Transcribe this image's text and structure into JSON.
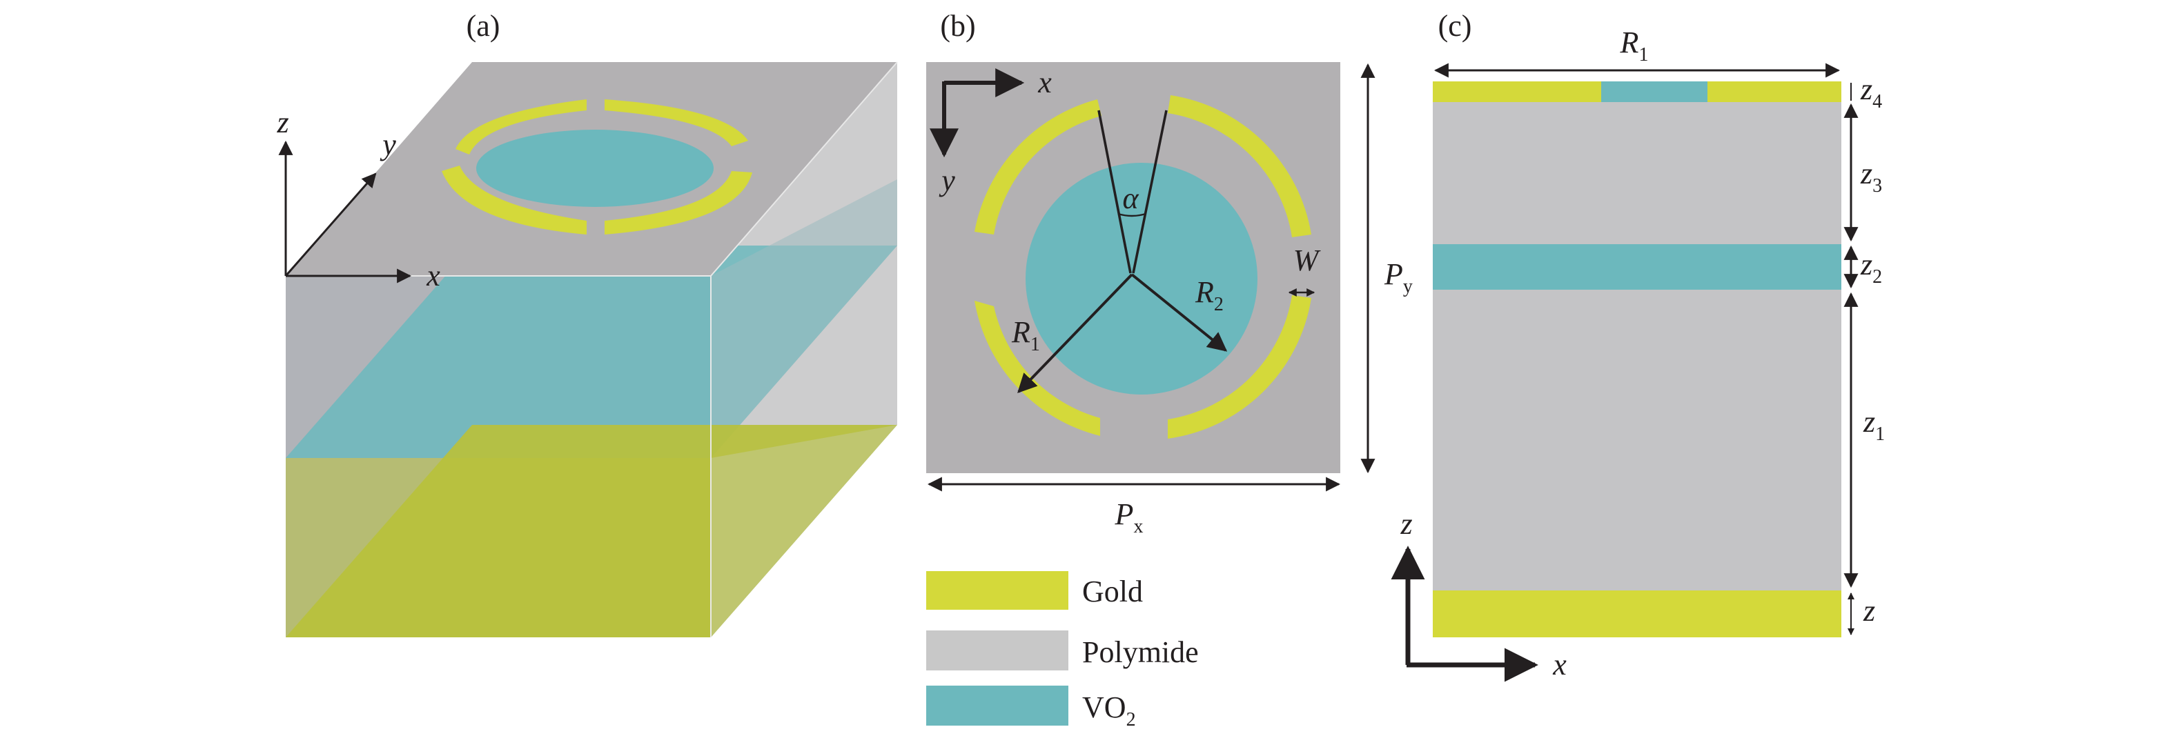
{
  "panels": {
    "a": {
      "label": "(a)",
      "axes": {
        "z": "z",
        "y": "y",
        "x": "x"
      }
    },
    "b": {
      "label": "(b)",
      "axes": {
        "x": "x",
        "y": "y"
      },
      "dims": {
        "alpha": "α",
        "W": "W",
        "R1": {
          "base": "R",
          "sub": "1"
        },
        "R2": {
          "base": "R",
          "sub": "2"
        },
        "Px": {
          "base": "P",
          "sub": "x"
        },
        "Py": {
          "base": "P",
          "sub": "y"
        }
      }
    },
    "c": {
      "label": "(c)",
      "axes": {
        "z": "z",
        "x": "x"
      },
      "dims": {
        "R1": {
          "base": "R",
          "sub": "1"
        },
        "z4": {
          "base": "z",
          "sub": "4"
        },
        "z3": {
          "base": "z",
          "sub": "3"
        },
        "z2": {
          "base": "z",
          "sub": "2"
        },
        "z1": {
          "base": "z",
          "sub": "1"
        },
        "z": {
          "base": "z",
          "sub": ""
        }
      }
    }
  },
  "legend": [
    {
      "key": "gold",
      "label": "Gold",
      "color": "#d4d93a"
    },
    {
      "key": "polyimide",
      "label": "Polymide",
      "color": "#c8c8c8"
    },
    {
      "key": "vo2",
      "label": "VO",
      "sub": "2",
      "color": "#6cb8bd"
    }
  ],
  "colors": {
    "gold": "#d4d93a",
    "polyimide": "#c4c4c6",
    "vo2": "#6cb8bd",
    "top_face": "#b3b1b3",
    "arrow": "#231f20"
  }
}
